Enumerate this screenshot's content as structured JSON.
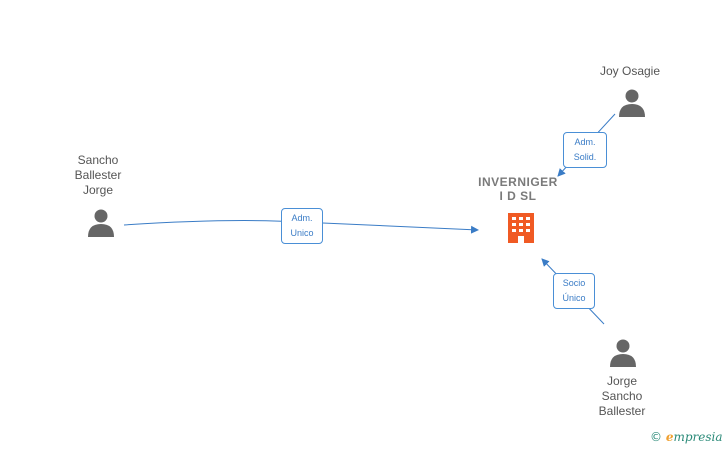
{
  "nodes": {
    "company": {
      "label": "INVERNIGER\nI D SL"
    },
    "sancho": {
      "label": "Sancho\nBallester\nJorge"
    },
    "joy": {
      "label": "Joy Osagie"
    },
    "jorge": {
      "label": "Jorge\nSancho\nBallester"
    }
  },
  "edges": {
    "sancho_to_company": {
      "label": "Adm.\nUnico"
    },
    "joy_to_company": {
      "label": "Adm.\nSolid."
    },
    "jorge_to_company": {
      "label": "Socio\nÚnico"
    }
  },
  "brand": {
    "copyright": "©",
    "initial": "e",
    "name": "mpresia"
  },
  "colors": {
    "edge": "#3a7cc6",
    "person_icon": "#666666",
    "company_icon": "#f05a24"
  }
}
